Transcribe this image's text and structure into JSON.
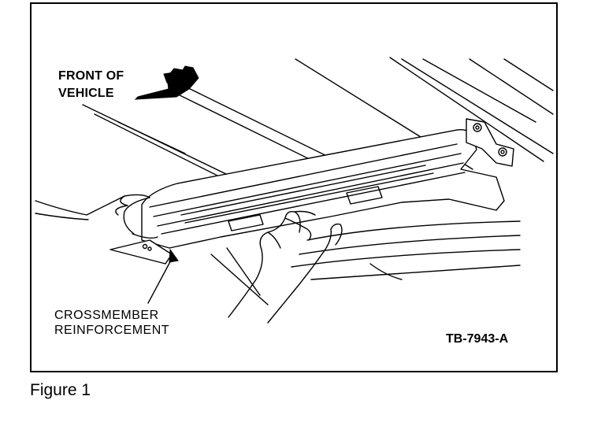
{
  "figure": {
    "caption": "Figure 1",
    "reference_code": "TB-7943-A",
    "labels": {
      "front_line1": "FRONT OF",
      "front_line2": "VEHICLE",
      "callout_line1": "CROSSMEMBER",
      "callout_line2": "REINFORCEMENT"
    }
  }
}
